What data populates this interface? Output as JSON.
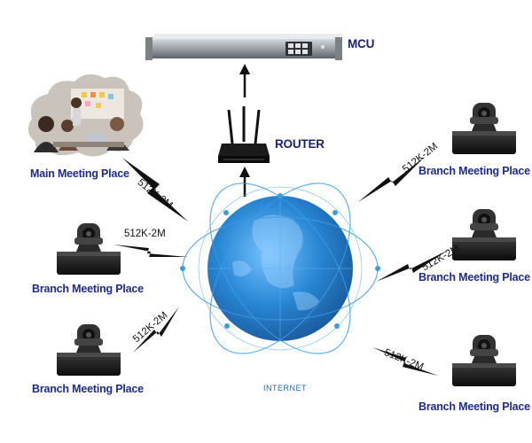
{
  "labels": {
    "mcu": "MCU",
    "router": "ROUTER",
    "internet": "INTERNET",
    "main_site": "Main Meeting Place",
    "branch_left_1": "Branch Meeting Place",
    "branch_left_2": "Branch Meeting Place",
    "branch_right_1": "Branch Meeting Place",
    "branch_right_2": "Branch Meeting Place",
    "branch_right_3": "Branch Meeting Place"
  },
  "links": {
    "main": "512K-2M",
    "left_1": "512K-2M",
    "left_2": "512K-2M",
    "right_1": "512K-2M",
    "right_2": "512K-2M",
    "right_3": "512K-2M"
  },
  "colors": {
    "label": "#1d2c8c",
    "globe": "#1d7fd0",
    "device": "#1c1c1c"
  }
}
